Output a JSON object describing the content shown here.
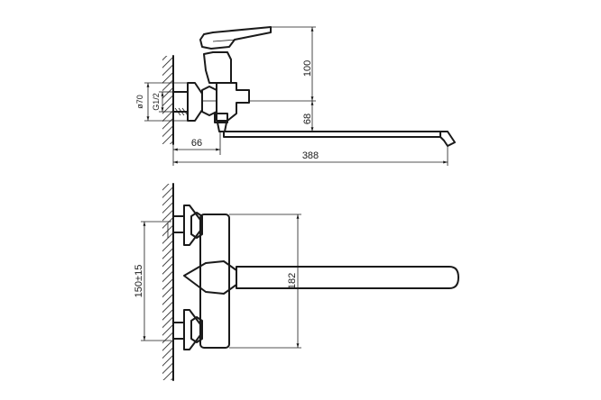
{
  "side_view": {
    "dim_height_upper": "100",
    "dim_height_lower": "68",
    "dim_wall_to_axis": "66",
    "dim_total_reach": "388",
    "dim_flange_diameter": "ø70",
    "dim_thread": "G1/2"
  },
  "front_view": {
    "dim_inlet_spacing": "150±15",
    "dim_body_height": "182"
  },
  "colors": {
    "line": "#1a1a1a",
    "hatch": "#1a1a1a",
    "background": "#ffffff"
  }
}
